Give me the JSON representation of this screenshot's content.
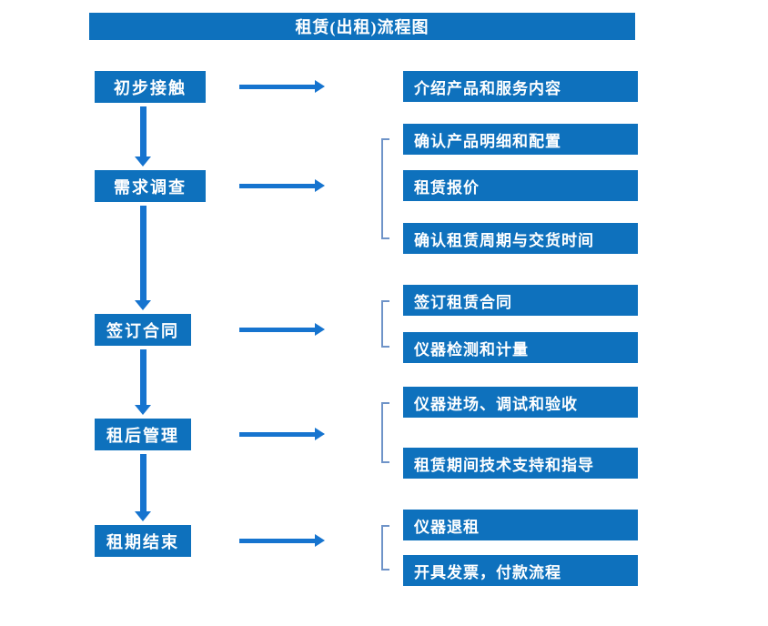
{
  "title": "租赁(出租)流程图",
  "colors": {
    "box_blue": "#0e71bd",
    "arrow_blue": "#1674cf",
    "bracket_blue": "#6e93c8",
    "text_white": "#ffffff"
  },
  "stages": [
    {
      "label": "初步接触",
      "details": [
        "介绍产品和服务内容"
      ]
    },
    {
      "label": "需求调查",
      "details": [
        "确认产品明细和配置",
        "租赁报价",
        "确认租赁周期与交货时间"
      ]
    },
    {
      "label": "签订合同",
      "details": [
        "签订租赁合同",
        "仪器检测和计量"
      ]
    },
    {
      "label": "租后管理",
      "details": [
        "仪器进场、调试和验收",
        "租赁期间技术支持和指导"
      ]
    },
    {
      "label": "租期结束",
      "details": [
        "仪器退租",
        "开具发票，付款流程"
      ]
    }
  ]
}
